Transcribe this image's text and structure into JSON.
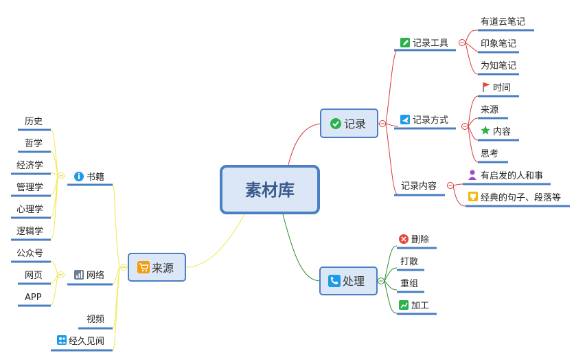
{
  "root": {
    "label": "素材库"
  },
  "colors": {
    "record": "#d9363a",
    "source": "#f2e84a",
    "process": "#2e8b2e",
    "underline": "#4a7fc1",
    "box_fill": "#dbe7f6"
  },
  "branches": {
    "record": {
      "label": "记录",
      "icon": "check-circle-icon",
      "children": {
        "tools": {
          "label": "记录工具",
          "icon": "pencil-icon",
          "items": [
            "有道云笔记",
            "印象笔记",
            "为知笔记"
          ]
        },
        "method": {
          "label": "记录方式",
          "icon": "airplane-icon",
          "items": [
            "时间",
            "来源",
            "内容",
            "思考"
          ],
          "item_icons": [
            "flag-icon",
            "",
            "star-icon",
            ""
          ]
        },
        "content": {
          "label": "记录内容",
          "items": [
            "有启发的人和事",
            "经典的句子、段落等"
          ],
          "item_icons": [
            "person-icon",
            "trophy-icon"
          ]
        }
      }
    },
    "process": {
      "label": "处理",
      "icon": "phone-icon",
      "items": [
        "删除",
        "打散",
        "重组",
        "加工"
      ],
      "item_icons": [
        "delete-icon",
        "",
        "",
        "chart-icon"
      ]
    },
    "source": {
      "label": "来源",
      "icon": "cart-icon",
      "children": {
        "books": {
          "label": "书籍",
          "icon": "info-icon",
          "items": [
            "历史",
            "哲学",
            "经济学",
            "管理学",
            "心理学",
            "逻辑学"
          ]
        },
        "network": {
          "label": "网络",
          "icon": "bar-chart-icon",
          "items": [
            "公众号",
            "网页",
            "APP"
          ]
        },
        "video": {
          "label": "视频"
        },
        "insight": {
          "label": "经久见闻",
          "icon": "contacts-icon"
        }
      }
    }
  }
}
